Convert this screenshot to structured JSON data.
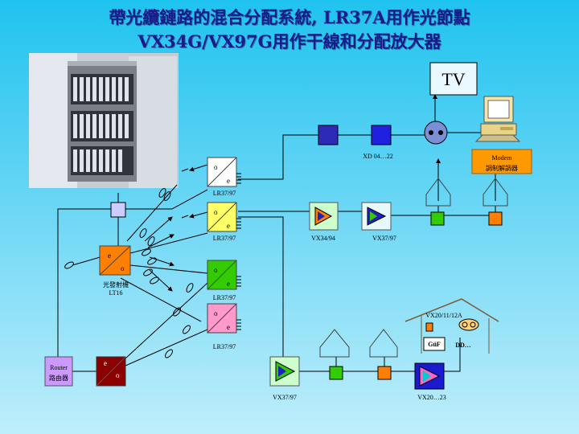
{
  "title": {
    "line1": "帶光纜鏈路的混合分配系統, LR37A用作光節點",
    "line2": "VX34G/VX97G用作干線和分配放大器"
  },
  "tv": {
    "label": "TV"
  },
  "modem": {
    "label1": "Modem",
    "label2": "調制解調器"
  },
  "router": {
    "label1": "Router",
    "label2": "路由器"
  },
  "transmitter": {
    "o": "o",
    "e": "e",
    "label1": "光發射機",
    "label2": "LT16"
  },
  "converter_top": {
    "o": "o",
    "e": "e",
    "label": "LR37/97"
  },
  "converter_mid": {
    "o": "o",
    "e": "e",
    "label": "LR37/97"
  },
  "converter_green": {
    "o": "o",
    "e": "e",
    "label": "LR37/97"
  },
  "converter_pink": {
    "o": "o",
    "e": "e",
    "label": "LR37/97"
  },
  "return_tx": {
    "o": "o",
    "e": "e"
  },
  "amplifiers": {
    "vx34": "VX34/94",
    "vx37_top": "VX37/97",
    "vx37_bottom": "VX37/97",
    "vx20": "VX20…23"
  },
  "xd_label": "XD 04…22",
  "house": {
    "label": "VX20/11/12A",
    "gup": "GüF",
    "dd": "DD…"
  },
  "colors": {
    "title": "#1a1a8c",
    "orange": "#ff7f00",
    "green": "#33cc00",
    "pink": "#ff99cc",
    "darkred": "#8b0000",
    "navy": "#2020c0",
    "router": "#cc99ff"
  }
}
